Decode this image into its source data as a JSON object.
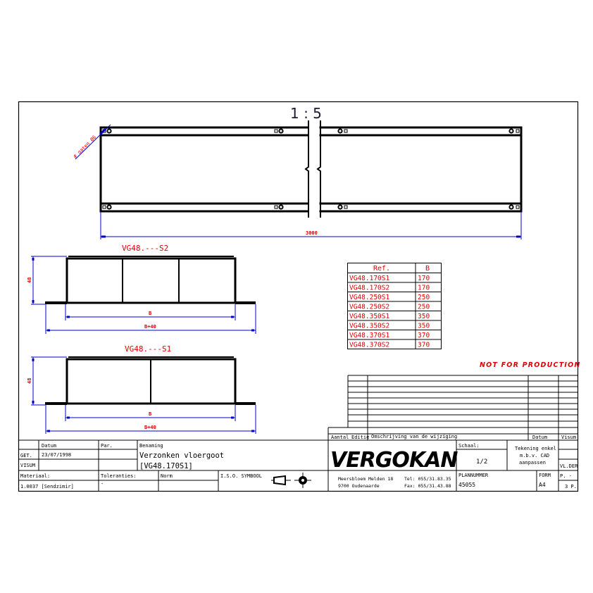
{
  "drawing": {
    "scale_label": "1 : 5",
    "overall_length": "3000",
    "hole_note": "# gaten Ø6",
    "not_for_production": "NOT FOR PRODUCTION"
  },
  "section_s2": {
    "title": "VG48.---S2",
    "height_dim": "48",
    "inner_width_dim": "B",
    "outer_width_dim": "B+40"
  },
  "section_s1": {
    "title": "VG48.---S1",
    "height_dim": "48",
    "inner_width_dim": "B",
    "outer_width_dim": "B+40"
  },
  "ref_table": {
    "headers": [
      "Ref.",
      "B"
    ],
    "rows": [
      [
        "VG48.170S1",
        "170"
      ],
      [
        "VG48.170S2",
        "170"
      ],
      [
        "VG48.250S1",
        "250"
      ],
      [
        "VG48.250S2",
        "250"
      ],
      [
        "VG48.350S1",
        "350"
      ],
      [
        "VG48.350S2",
        "350"
      ],
      [
        "VG48.370S1",
        "370"
      ],
      [
        "VG48.370S2",
        "370"
      ]
    ]
  },
  "revision_table": {
    "headers": {
      "aantal": "Aantal",
      "editie": "Editie",
      "omschrijving": "Omschrijving van de wijziging",
      "datum": "Datum",
      "visum": "Visum"
    }
  },
  "title_block": {
    "datum_label": "Datum",
    "par_label": "Par.",
    "benaming_label": "Benaming",
    "get_label": "GET.",
    "get_date": "23/07/1998",
    "visum_label": "VISUM",
    "title_line1": "Verzonken vloergoot",
    "title_line2": "[VG48.170S1]",
    "materiaal_label": "Materiaal:",
    "materiaal_value": "1.0037 [Sendzimir]",
    "toleranties_label": "Toleranties:",
    "toleranties_value": "-",
    "norm_label": "Norm",
    "iso_symbol_label": "I.S.O. SYMBOOL",
    "company": "VERGOKAN",
    "address_line1": "Meersbloem Melden 18",
    "address_line2": "9700 Oudenaarde",
    "tel": "Tel: 055/31.83.35",
    "fax": "Fax: 055/31.43.88",
    "schaal_label": "Schaal:",
    "schaal_value": "1/2",
    "note_line1": "Tekening enkel",
    "note_line2": "m.b.v. CAD",
    "note_line3": "aanpassen",
    "vlder_label": "VL.DER",
    "plannummer_label": "PLANNUMMER",
    "plannummer_value": "45055",
    "form_label": "FORM",
    "form_value": "A4",
    "page_label": "P. -",
    "page_value": "3  P."
  }
}
